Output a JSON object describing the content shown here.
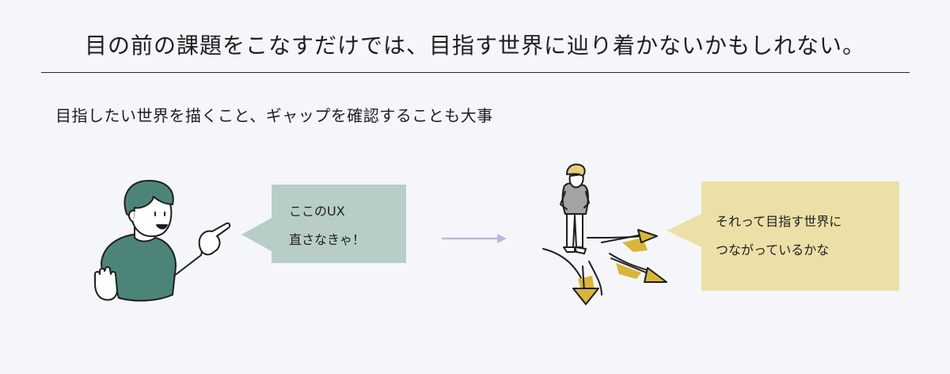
{
  "header": {
    "title": "目の前の課題をこなすだけでは、目指す世界に辿り着かないかもしれない。",
    "subtitle": "目指したい世界を描くこと、ギャップを確認することも大事"
  },
  "left_bubble": {
    "lines": [
      "ここのUX",
      "直さなきゃ！"
    ]
  },
  "right_bubble": {
    "lines": [
      "それって目指す世界に",
      "つながっているかな"
    ]
  },
  "colors": {
    "background": "#f5f6fa",
    "green_figure": "#4d8479",
    "green_bubble": "#b8cdc8",
    "yellow_bubble": "#ece0a8",
    "arrow_yellow": "#d9b53c",
    "connector_arrow": "#bdb8dc"
  }
}
